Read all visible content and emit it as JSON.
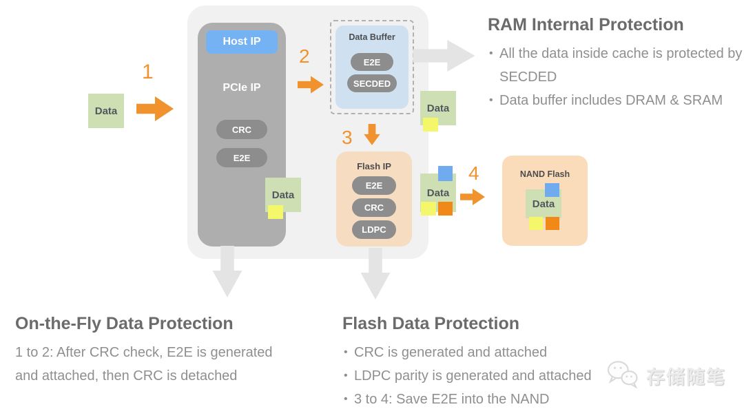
{
  "steps": {
    "s1": "1",
    "s2": "2",
    "s3": "3",
    "s4": "4"
  },
  "boxes": {
    "data_label": "Data",
    "host": {
      "host_ip": "Host IP",
      "pcie_ip": "PCIe IP",
      "pill_crc": "CRC",
      "pill_e2e": "E2E"
    },
    "buffer": {
      "title": "Data Buffer",
      "pill_e2e": "E2E",
      "pill_secded": "SECDED"
    },
    "flash": {
      "title": "Flash IP",
      "pill_e2e": "E2E",
      "pill_crc": "CRC",
      "pill_ldpc": "LDPC"
    },
    "nand": {
      "title": "NAND Flash"
    }
  },
  "sections": {
    "ram": {
      "title": "RAM Internal Protection",
      "bullets": [
        "All the data inside cache is protected by SECDED",
        "Data buffer includes DRAM & SRAM"
      ]
    },
    "onfly": {
      "title": "On-the-Fly Data Protection",
      "body": "1 to 2: After CRC check, E2E is generated and attached, then CRC is detached"
    },
    "flashsec": {
      "title": "Flash Data Protection",
      "bullets": [
        "CRC is generated and attached",
        "LDPC parity is generated and attached",
        "3 to 4: Save E2E into the NAND"
      ]
    }
  },
  "watermark": {
    "text": "存储随笔"
  },
  "colors": {
    "accent_orange": "#f0922d",
    "green_box": "#cfdfb4",
    "blue_tag": "#6fabee",
    "yellow_tag": "#f5f76b",
    "orange_tag": "#f08918",
    "host_blue": "#75b2f4",
    "buffer_blue": "#cfe1f1",
    "flash_peach": "#f6dcc1",
    "nand_peach": "#fbdcba",
    "pill_gray": "#8d8d8d"
  }
}
